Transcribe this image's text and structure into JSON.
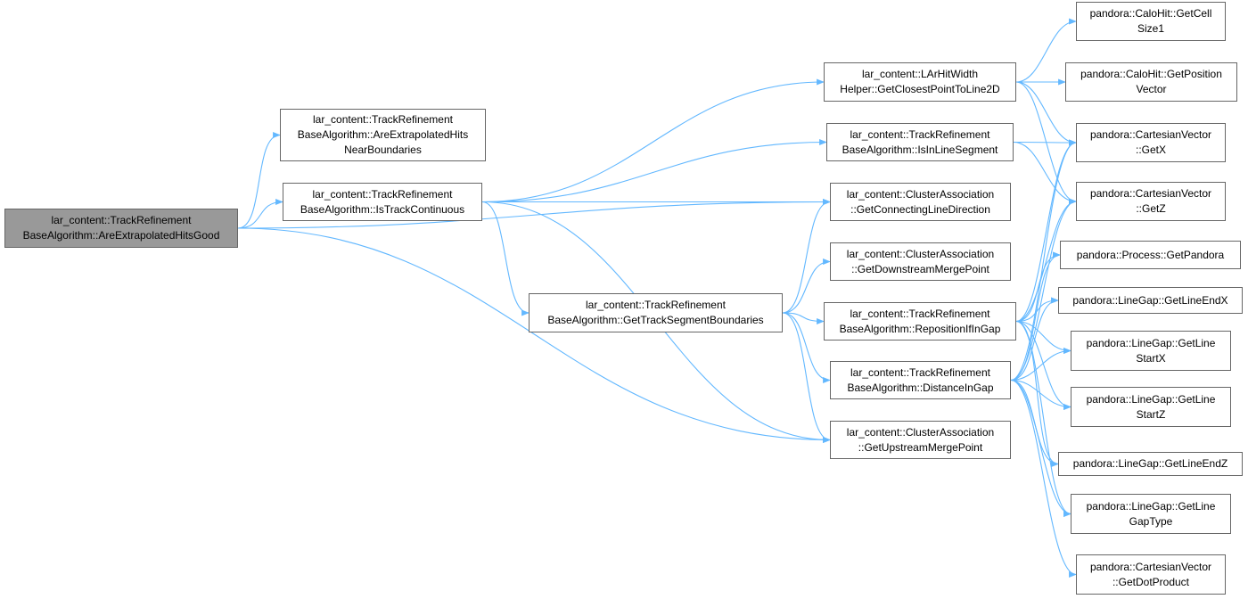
{
  "graph": {
    "colors": {
      "edge": "#63b8ff",
      "node_border": "#666666",
      "root_fill": "#999999",
      "node_fill": "#ffffff"
    },
    "nodes": [
      {
        "id": "root",
        "lines": [
          "lar_content::TrackRefinement",
          "BaseAlgorithm::AreExtrapolatedHitsGood"
        ]
      },
      {
        "id": "nearboundaries",
        "lines": [
          "lar_content::TrackRefinement",
          "BaseAlgorithm::AreExtrapolatedHits",
          "NearBoundaries"
        ]
      },
      {
        "id": "istrackcontinuous",
        "lines": [
          "lar_content::TrackRefinement",
          "BaseAlgorithm::IsTrackContinuous"
        ]
      },
      {
        "id": "gettracksegment",
        "lines": [
          "lar_content::TrackRefinement",
          "BaseAlgorithm::GetTrackSegmentBoundaries"
        ]
      },
      {
        "id": "getclosestpoint",
        "lines": [
          "lar_content::LArHitWidth",
          "Helper::GetClosestPointToLine2D"
        ]
      },
      {
        "id": "isinlinesegment",
        "lines": [
          "lar_content::TrackRefinement",
          "BaseAlgorithm::IsInLineSegment"
        ]
      },
      {
        "id": "getconnecting",
        "lines": [
          "lar_content::ClusterAssociation",
          "::GetConnectingLineDirection"
        ]
      },
      {
        "id": "getdownstream",
        "lines": [
          "lar_content::ClusterAssociation",
          "::GetDownstreamMergePoint"
        ]
      },
      {
        "id": "reposition",
        "lines": [
          "lar_content::TrackRefinement",
          "BaseAlgorithm::RepositionIfInGap"
        ]
      },
      {
        "id": "distanceingap",
        "lines": [
          "lar_content::TrackRefinement",
          "BaseAlgorithm::DistanceInGap"
        ]
      },
      {
        "id": "getupstream",
        "lines": [
          "lar_content::ClusterAssociation",
          "::GetUpstreamMergePoint"
        ]
      },
      {
        "id": "getcellsize",
        "lines": [
          "pandora::CaloHit::GetCell",
          "Size1"
        ]
      },
      {
        "id": "getposition",
        "lines": [
          "pandora::CaloHit::GetPosition",
          "Vector"
        ]
      },
      {
        "id": "getx",
        "lines": [
          "pandora::CartesianVector",
          "::GetX"
        ]
      },
      {
        "id": "getz",
        "lines": [
          "pandora::CartesianVector",
          "::GetZ"
        ]
      },
      {
        "id": "getpandora",
        "lines": [
          "pandora::Process::GetPandora"
        ]
      },
      {
        "id": "getlineendx",
        "lines": [
          "pandora::LineGap::GetLineEndX"
        ]
      },
      {
        "id": "getlinestartx",
        "lines": [
          "pandora::LineGap::GetLine",
          "StartX"
        ]
      },
      {
        "id": "getlinestartz",
        "lines": [
          "pandora::LineGap::GetLine",
          "StartZ"
        ]
      },
      {
        "id": "getlineendz",
        "lines": [
          "pandora::LineGap::GetLineEndZ"
        ]
      },
      {
        "id": "getlinegaptype",
        "lines": [
          "pandora::LineGap::GetLine",
          "GapType"
        ]
      },
      {
        "id": "getdotproduct",
        "lines": [
          "pandora::CartesianVector",
          "::GetDotProduct"
        ]
      }
    ],
    "edges": [
      [
        "root",
        "nearboundaries"
      ],
      [
        "root",
        "istrackcontinuous"
      ],
      [
        "root",
        "getconnecting"
      ],
      [
        "root",
        "getupstream"
      ],
      [
        "istrackcontinuous",
        "getclosestpoint"
      ],
      [
        "istrackcontinuous",
        "isinlinesegment"
      ],
      [
        "istrackcontinuous",
        "getconnecting"
      ],
      [
        "istrackcontinuous",
        "gettracksegment"
      ],
      [
        "istrackcontinuous",
        "getupstream"
      ],
      [
        "gettracksegment",
        "getconnecting"
      ],
      [
        "gettracksegment",
        "getdownstream"
      ],
      [
        "gettracksegment",
        "reposition"
      ],
      [
        "gettracksegment",
        "distanceingap"
      ],
      [
        "gettracksegment",
        "getupstream"
      ],
      [
        "getclosestpoint",
        "getcellsize"
      ],
      [
        "getclosestpoint",
        "getposition"
      ],
      [
        "getclosestpoint",
        "getx"
      ],
      [
        "getclosestpoint",
        "getz"
      ],
      [
        "isinlinesegment",
        "getx"
      ],
      [
        "isinlinesegment",
        "getz"
      ],
      [
        "reposition",
        "getx"
      ],
      [
        "reposition",
        "getz"
      ],
      [
        "reposition",
        "getpandora"
      ],
      [
        "reposition",
        "getlineendx"
      ],
      [
        "reposition",
        "getlinestartx"
      ],
      [
        "reposition",
        "getlinestartz"
      ],
      [
        "reposition",
        "getlineendz"
      ],
      [
        "reposition",
        "getlinegaptype"
      ],
      [
        "distanceingap",
        "getx"
      ],
      [
        "distanceingap",
        "getz"
      ],
      [
        "distanceingap",
        "getpandora"
      ],
      [
        "distanceingap",
        "getlineendx"
      ],
      [
        "distanceingap",
        "getlinestartx"
      ],
      [
        "distanceingap",
        "getlinestartz"
      ],
      [
        "distanceingap",
        "getlineendz"
      ],
      [
        "distanceingap",
        "getlinegaptype"
      ],
      [
        "distanceingap",
        "getdotproduct"
      ]
    ]
  }
}
